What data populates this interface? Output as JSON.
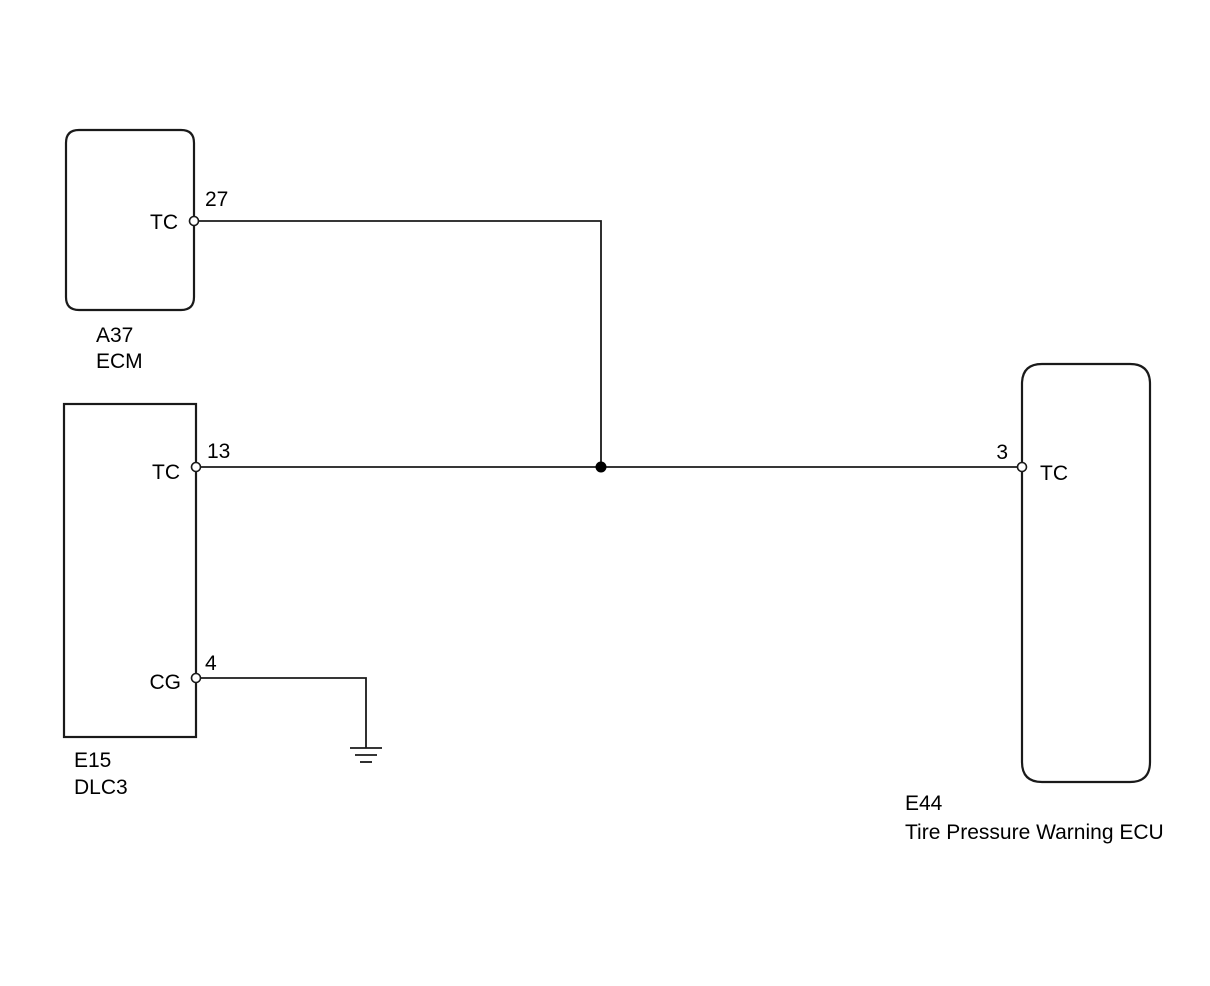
{
  "components": {
    "ecm": {
      "code": "A37",
      "name": "ECM",
      "terminals": [
        {
          "pin": "27",
          "signal": "TC"
        }
      ]
    },
    "dlc3": {
      "code": "E15",
      "name": "DLC3",
      "terminals": [
        {
          "pin": "13",
          "signal": "TC"
        },
        {
          "pin": "4",
          "signal": "CG"
        }
      ]
    },
    "tpw_ecu": {
      "code": "E44",
      "name": "Tire Pressure Warning ECU",
      "terminals": [
        {
          "pin": "3",
          "signal": "TC"
        }
      ]
    }
  },
  "connections": [
    {
      "from": "A37-27 TC",
      "to": "E44-3 TC"
    },
    {
      "from": "E15-13 TC",
      "to": "E44-3 TC"
    },
    {
      "from": "E15-4 CG",
      "to": "ground"
    }
  ]
}
